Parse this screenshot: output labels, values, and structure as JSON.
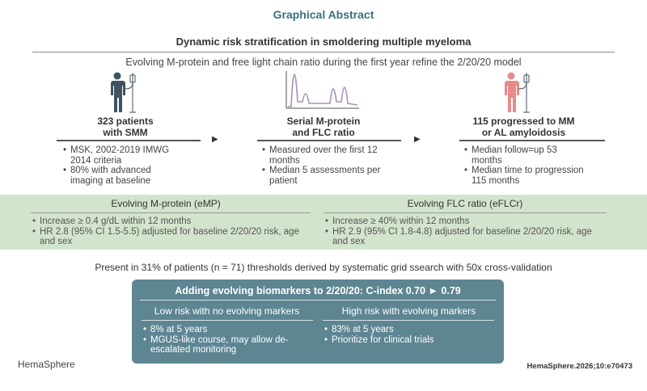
{
  "header": {
    "graphical_abstract": "Graphical Abstract",
    "title": "Dynamic risk stratification in smoldering multiple myeloma",
    "subtitle": "Evolving M-protein and free light chain ratio during the first year refine the 2/20/20 model"
  },
  "columns": [
    {
      "icon": "patient-silhouette-icon",
      "title_line1": "323 patients",
      "title_line2": "with SMM",
      "bullets": [
        "MSK, 2002-2019 IMWG 2014 criteria",
        "80% with advanced imaging at baseline"
      ]
    },
    {
      "icon": "electrophoresis-peaks-icon",
      "title_line1": "Serial M-protein",
      "title_line2": "and FLC ratio",
      "bullets": [
        "Measured over the first 12 months",
        "Median 5 assessments per patient"
      ]
    },
    {
      "icon": "patient-red-icon",
      "title_line1": "115 progressed to MM",
      "title_line2": "or AL amyloidosis",
      "bullets": [
        "Median follow=up 53 months",
        "Median time to progression 115 months"
      ]
    }
  ],
  "markers": [
    {
      "title": "Evolving M-protein (eMP)",
      "bullets": [
        "Increase ≥ 0.4 g/dL within 12 months",
        "HR 2.8 (95% CI 1.5-5.5) adjusted for baseline 2/20/20 risk, age and sex"
      ]
    },
    {
      "title": "Evolving FLC ratio (eFLCr)",
      "bullets": [
        "Increase ≥ 40% within 12 months",
        "HR 2.9 (95% CI 1.8-4.8) adjusted for baseline 2/20/20 risk, age and sex"
      ]
    }
  ],
  "present_line": "Present in 31% of patients (n = 71) thresholds derived by systematic grid ssearch with 50x cross-validation",
  "result": {
    "title": "Adding evolving biomarkers to 2/20/20: C-index 0.70 ► 0.79",
    "low": {
      "heading": "Low risk with no evolving markers",
      "bullets": [
        "8% at 5 years",
        "MGUS-like course, may allow de-escalated monitoring"
      ]
    },
    "high": {
      "heading": "High risk with evolving markers",
      "bullets": [
        "83% at 5 years",
        "Prioritize for clinical trials"
      ]
    }
  },
  "footer": {
    "brand": "HemaSphere",
    "citation": "HemaSphere.2026;10:e70473"
  },
  "colors": {
    "title_blue": "#3a6f86",
    "band_green": "#d3e4cc",
    "box_teal": "#5e8592",
    "patient_dark": "#3f5360",
    "patient_red": "#e88a8a",
    "peaks_purple": "#a890b8"
  }
}
